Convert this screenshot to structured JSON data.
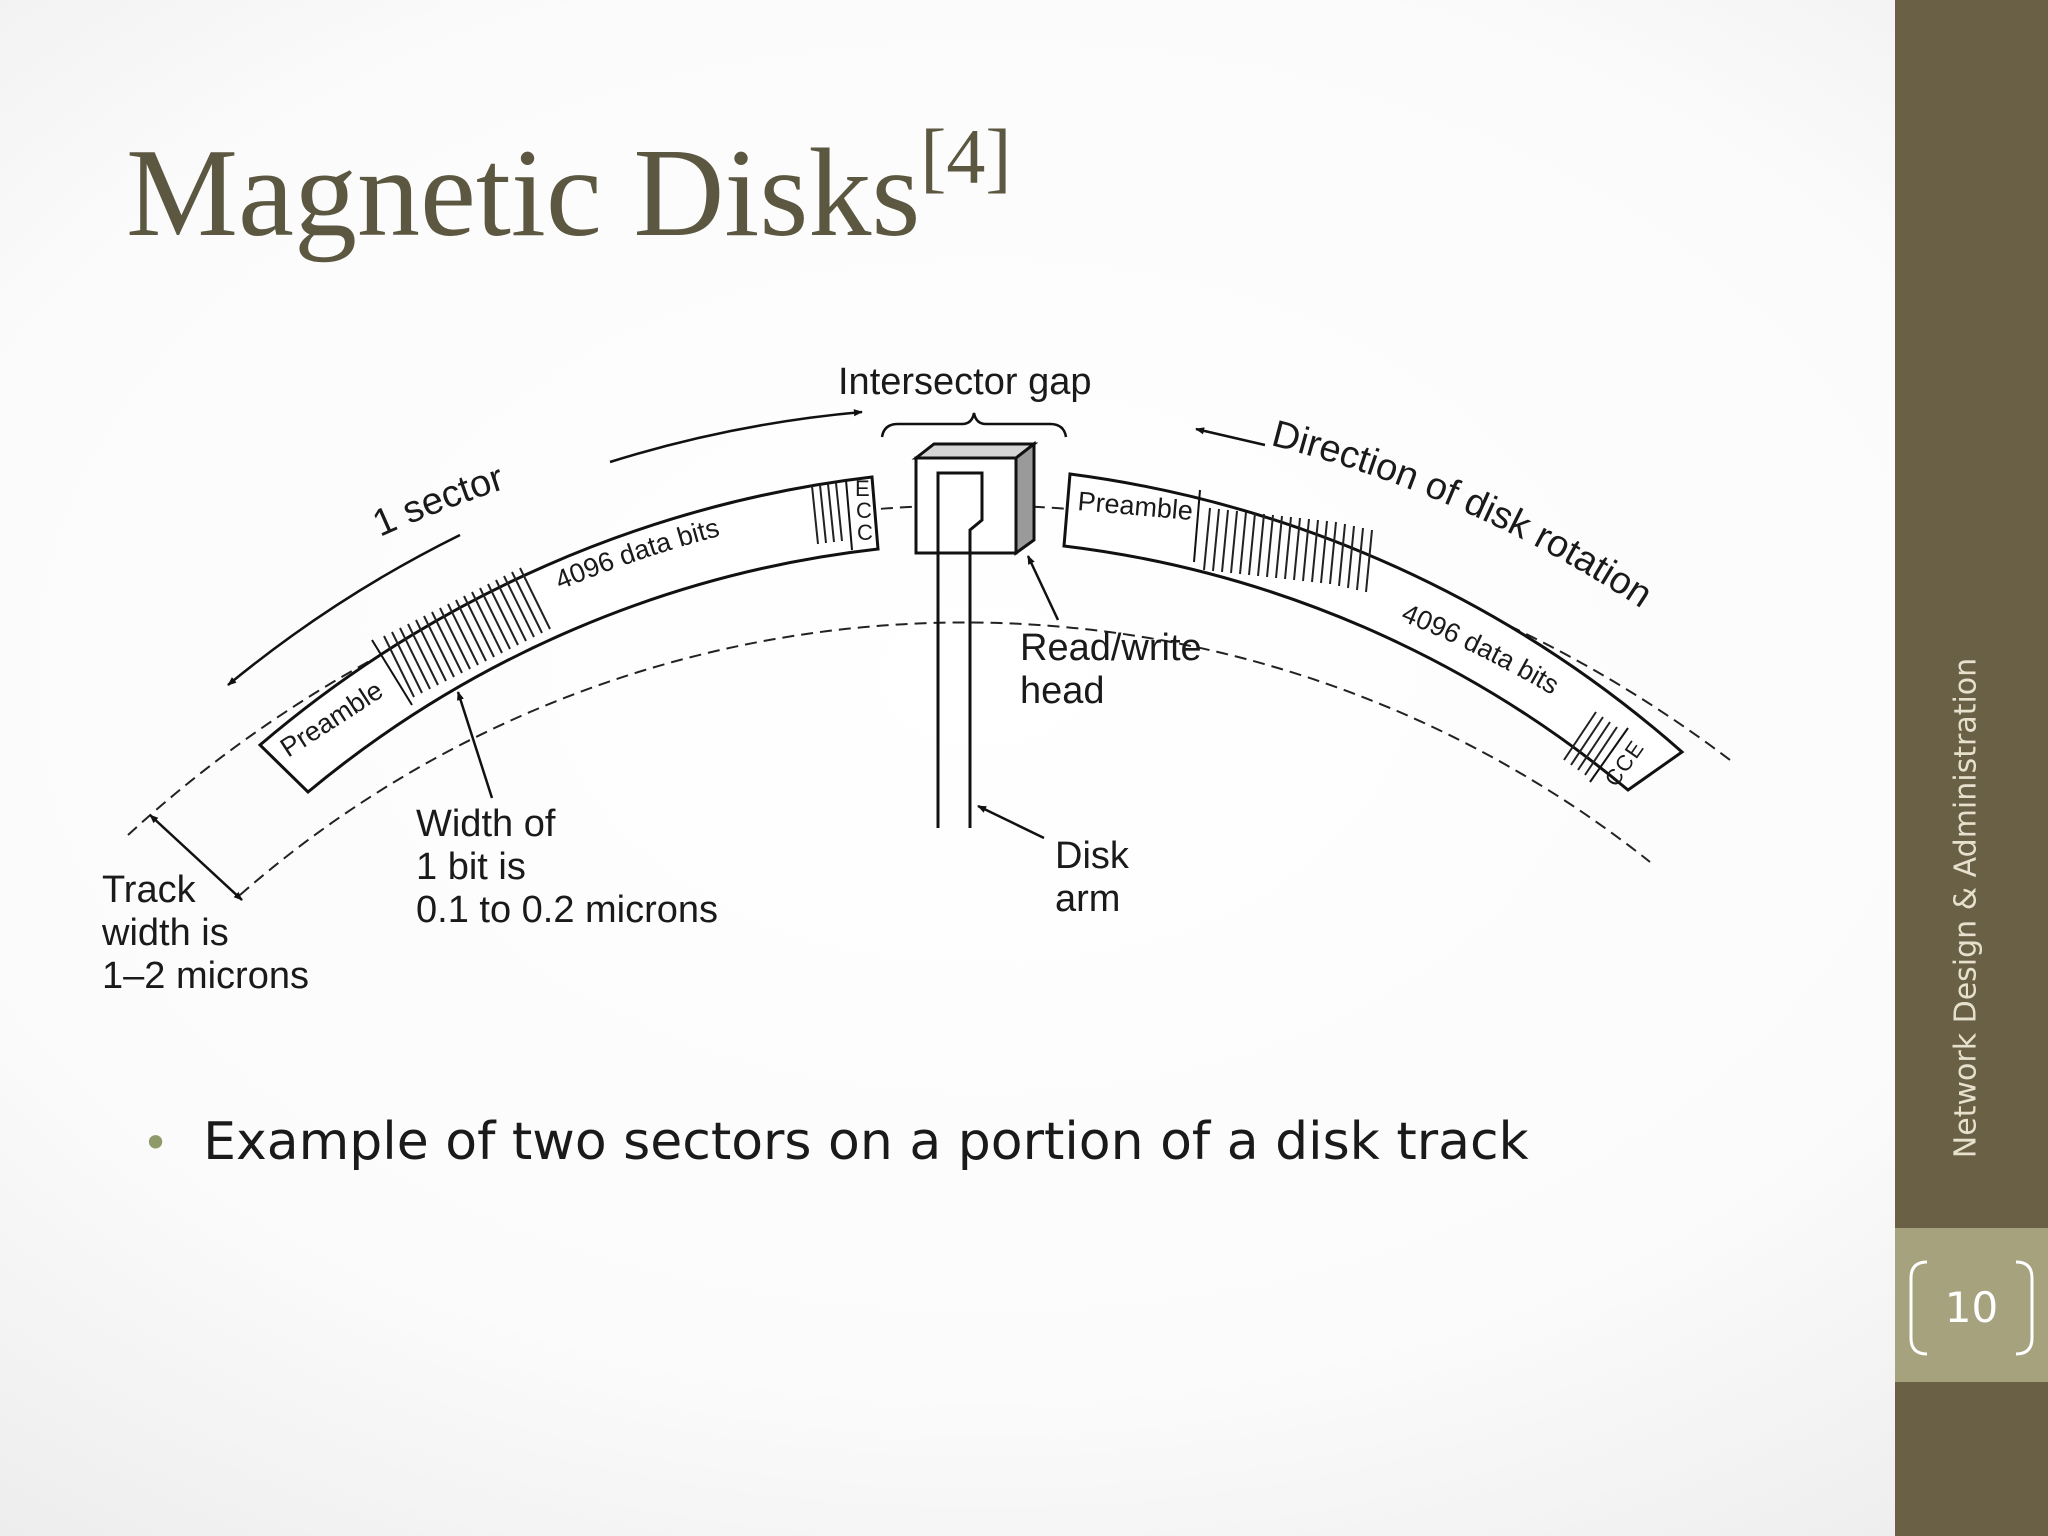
{
  "slide": {
    "title": "Magnetic Disks",
    "title_ref": "[4]",
    "bullet": "Example of two sectors on a portion of a disk track",
    "sidebar_text": "Network Design & Administration",
    "page_number": "10"
  },
  "colors": {
    "title": "#5c5740",
    "sidebar": "#6a6045",
    "page_box": "#a6a27e",
    "bullet_dot": "#8e9a6a"
  },
  "diagram": {
    "intersector_gap": "Intersector gap",
    "one_sector": "1 sector",
    "direction": "Direction of disk rotation",
    "left_sector": {
      "preamble": "Preamble",
      "data": "4096 data bits",
      "ecc": [
        "E",
        "C",
        "C"
      ]
    },
    "right_sector": {
      "preamble": "Preamble",
      "data": "4096 data bits",
      "ecc": [
        "E",
        "C",
        "C"
      ]
    },
    "read_write_head": [
      "Read/write",
      "head"
    ],
    "disk_arm": [
      "Disk",
      "arm"
    ],
    "bit_width": [
      "Width of",
      "1 bit is",
      "0.1 to 0.2 microns"
    ],
    "track_width": [
      "Track",
      "width is",
      "1–2 microns"
    ]
  }
}
